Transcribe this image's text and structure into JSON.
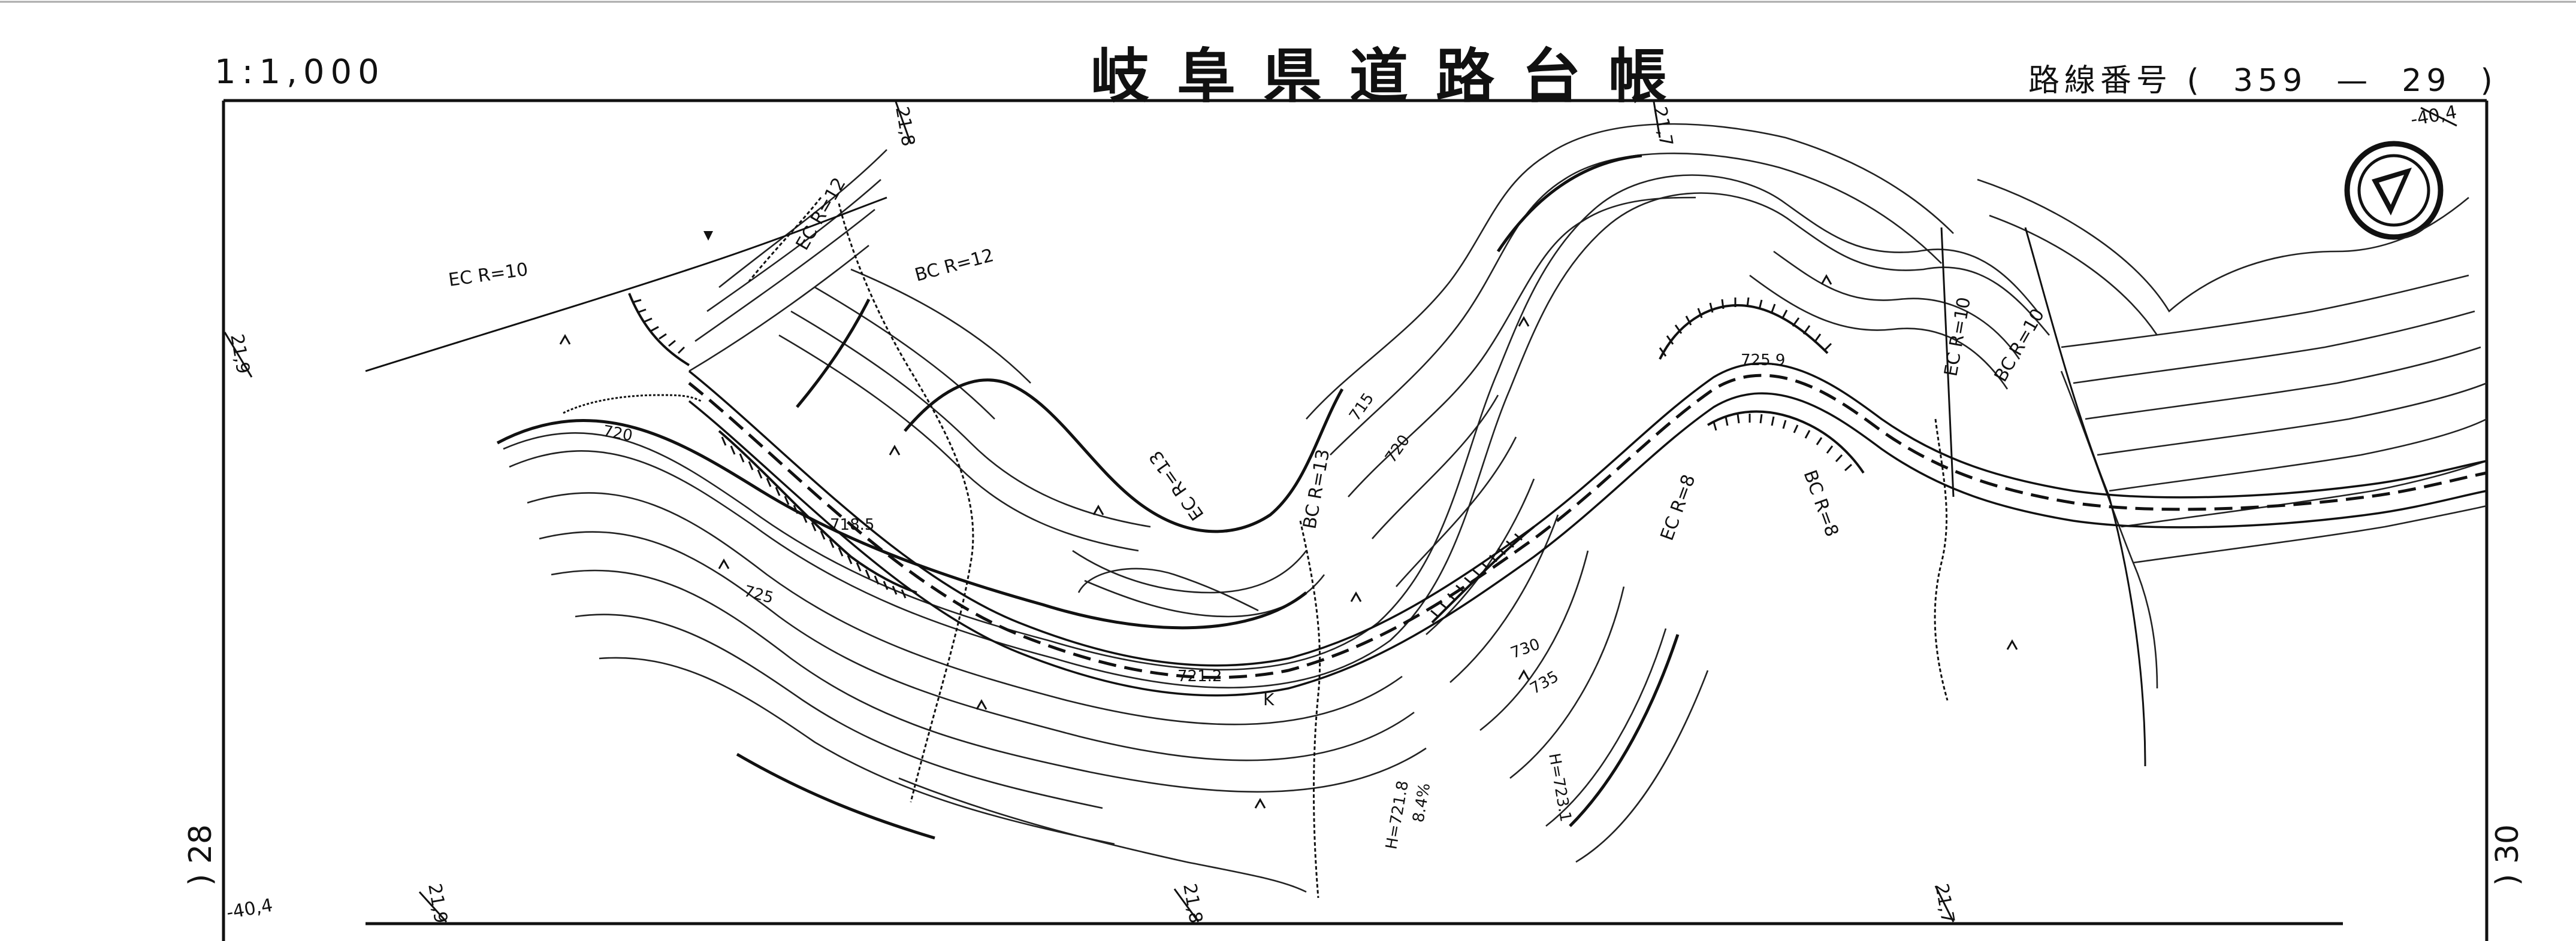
{
  "header": {
    "scale": "1:1,000",
    "title": "岐阜県道路台帳",
    "route_number_label": "路線番号",
    "route_number": "359",
    "route_sheet": "29",
    "route_open": "(",
    "route_dash": "—",
    "route_close": ")"
  },
  "adjacent_sheets": {
    "left": "28",
    "right": "30",
    "left_paren": ")",
    "right_paren": ")"
  },
  "grid_labels": {
    "top_21_8": "21,8",
    "top_21_7": "21,7",
    "top_right_40_4": "-40,4",
    "left_21_9": "21,9",
    "bottom_left_40_4": "-40,4",
    "bottom_21_9": "21,9",
    "bottom_21_8": "21,8",
    "bottom_21_7": "21,7"
  },
  "curve_labels": {
    "ec_r10_left": "EC R=10",
    "ec_r12": "EC R=12",
    "bc_r12": "BC R=12",
    "ec_r13": "EC R=13",
    "bc_r13": "BC R=13",
    "ec_r8": "EC R=8",
    "bc_r8": "BC R=8",
    "ec_r10_right": "EC R=10",
    "bc_r10_right": "BC R=10"
  },
  "elevations": {
    "e718_5": "718.5",
    "e721_2": "721.2",
    "e725_9": "725.9",
    "c720_left": "720",
    "c725": "725",
    "c715": "715",
    "c720": "720",
    "c730": "730",
    "c735": "735",
    "h721_8": "H=721.8",
    "h723_1": "H=723.1",
    "grade": "8.4%",
    "marker_k": "K"
  },
  "north_arrow": "north-arrow"
}
